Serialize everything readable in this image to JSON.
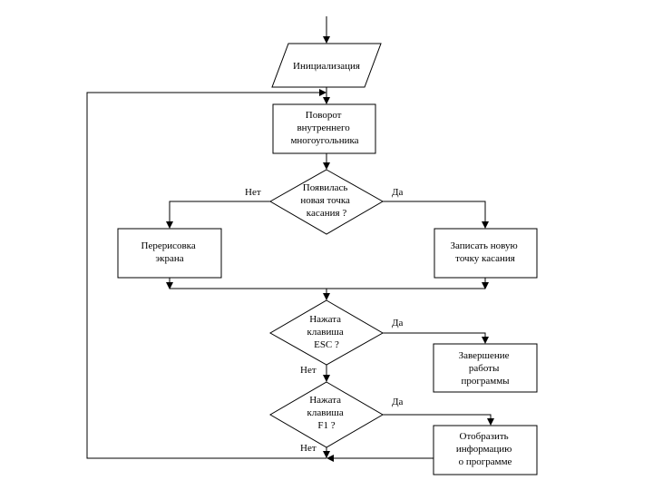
{
  "flowchart": {
    "nodes": {
      "init": {
        "kind": "io",
        "lines": [
          "Инициализация"
        ]
      },
      "rotate": {
        "kind": "process",
        "lines": [
          "Поворот",
          "внутреннего",
          "многоугольника"
        ]
      },
      "touch_q": {
        "kind": "decision",
        "lines": [
          "Появилась",
          "новая точка",
          "касания ?"
        ]
      },
      "redraw": {
        "kind": "process",
        "lines": [
          "Перерисовка",
          "экрана"
        ]
      },
      "record": {
        "kind": "process",
        "lines": [
          "Записать новую",
          "точку касания"
        ]
      },
      "esc_q": {
        "kind": "decision",
        "lines": [
          "Нажата",
          "клавиша",
          "ESC ?"
        ]
      },
      "finish": {
        "kind": "process",
        "lines": [
          "Завершение",
          "работы",
          "программы"
        ]
      },
      "f1_q": {
        "kind": "decision",
        "lines": [
          "Нажата",
          "клавиша",
          "F1 ?"
        ]
      },
      "info": {
        "kind": "process",
        "lines": [
          "Отобразить",
          "информацию",
          "о программе"
        ]
      }
    },
    "edge_labels": {
      "touch_no": "Нет",
      "touch_yes": "Да",
      "esc_yes": "Да",
      "esc_no": "Нет",
      "f1_yes": "Да",
      "f1_no": "Нет"
    }
  }
}
